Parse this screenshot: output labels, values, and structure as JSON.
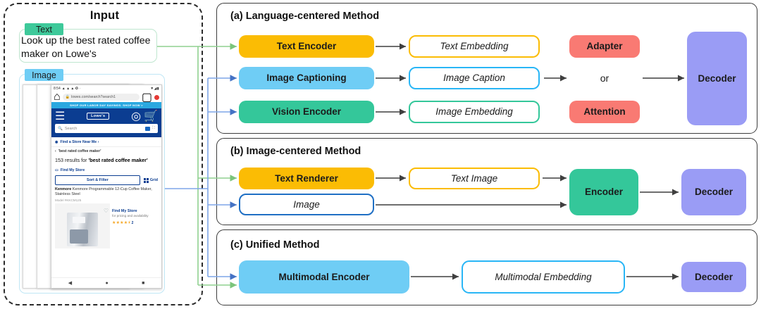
{
  "input": {
    "title": "Input",
    "text_tab": "Text",
    "text_value": "Look up the best rated coffee maker on Lowe's",
    "image_tab": "Image",
    "phone": {
      "status_time": "8:54",
      "status_right": "▼◢▮",
      "url": "lowes.com/search?search1",
      "promo": "SHOP OUR LABOR DAY SAVINGS. SHOP NOW >",
      "brand": "Lowe's",
      "search_placeholder": "Search",
      "store_link": "Find a Store Near Me  ›",
      "breadcrumb": "'best rated coffee maker'",
      "results_count": "153",
      "results_prefix": "results for",
      "results_query": "'best rated coffee maker'",
      "find_my_store": "Find My Store",
      "sort_filter": "Sort & Filter",
      "grid": "Grid",
      "product_brand": "Kenmore",
      "product_title": "Kenmore Programmable 12-Cup Coffee Maker, Stainless Steel",
      "product_model": "Model #KKCM125",
      "pricing_note": "for pricing and availability",
      "stars": "★★★★⯨",
      "review_count": "2",
      "nav_back": "◀",
      "nav_home": "●",
      "nav_recent": "■"
    }
  },
  "panels": [
    {
      "id": "a",
      "title": "(a) Language-centered Method",
      "nodes": [
        {
          "name": "text-encoder",
          "label": "Text Encoder",
          "style": "solid-orange"
        },
        {
          "name": "image-captioning",
          "label": "Image Captioning",
          "style": "solid-blue"
        },
        {
          "name": "vision-encoder",
          "label": "Vision Encoder",
          "style": "solid-green"
        },
        {
          "name": "text-embedding",
          "label": "Text Embedding",
          "style": "outline-orange"
        },
        {
          "name": "image-caption",
          "label": "Image Caption",
          "style": "outline-cyan"
        },
        {
          "name": "image-embedding",
          "label": "Image Embedding",
          "style": "outline-green"
        },
        {
          "name": "adapter",
          "label": "Adapter",
          "style": "solid-red"
        },
        {
          "name": "attention",
          "label": "Attention",
          "style": "solid-red"
        },
        {
          "name": "or",
          "label": "or",
          "style": "plain"
        },
        {
          "name": "decoder",
          "label": "Decoder",
          "style": "solid-purple"
        }
      ]
    },
    {
      "id": "b",
      "title": "(b) Image-centered Method",
      "nodes": [
        {
          "name": "text-renderer",
          "label": "Text Renderer",
          "style": "solid-orange"
        },
        {
          "name": "image",
          "label": "Image",
          "style": "outline-darkblue"
        },
        {
          "name": "text-image",
          "label": "Text Image",
          "style": "outline-orange"
        },
        {
          "name": "encoder",
          "label": "Encoder",
          "style": "solid-green"
        },
        {
          "name": "decoder",
          "label": "Decoder",
          "style": "solid-purple"
        }
      ]
    },
    {
      "id": "c",
      "title": "(c) Unified Method",
      "nodes": [
        {
          "name": "multimodal-encoder",
          "label": "Multimodal Encoder",
          "style": "solid-blue"
        },
        {
          "name": "multimodal-embedding",
          "label": "Multimodal Embedding",
          "style": "outline-cyan"
        },
        {
          "name": "decoder",
          "label": "Decoder",
          "style": "solid-purple"
        }
      ]
    }
  ],
  "colors": {
    "orange": "#FBBC04",
    "light_blue": "#6FCDF5",
    "green": "#34C79A",
    "red": "#F97A73",
    "purple": "#9A9CF5",
    "cyan_border": "#29B6F6",
    "dark_blue_border": "#1F6FC4",
    "text_wire": "#8FD18F",
    "image_wire": "#7EA6E8",
    "arrow": "#4a4a4a"
  }
}
